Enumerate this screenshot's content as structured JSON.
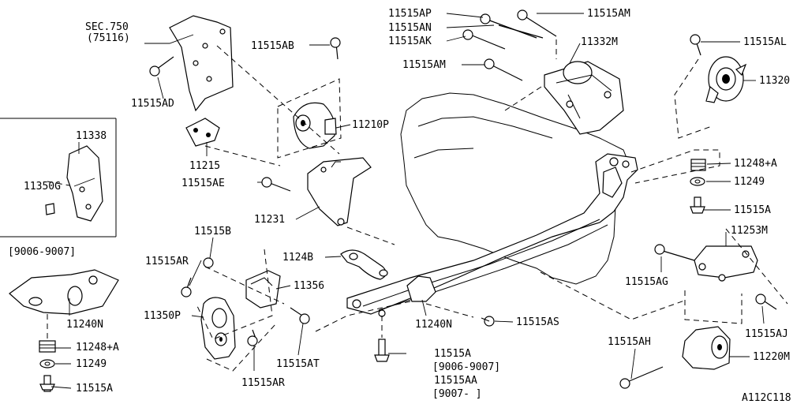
{
  "diagram": {
    "code": "A112C118",
    "callouts": {
      "sec750": "SEC.750",
      "sec750_sub": "(75116)",
      "p11515AD": "11515AD",
      "p11215": "11215",
      "p11515AB": "11515AB",
      "p11210P": "11210P",
      "p11515AE": "11515AE",
      "p11231": "11231",
      "p11515AP": "11515AP",
      "p11515AN": "11515AN",
      "p11515AK": "11515AK",
      "p11515AM_top": "11515AM",
      "p11515AM_mid": "11515AM",
      "p11332M": "11332M",
      "p11515AL": "11515AL",
      "p11320": "11320",
      "p11248A_right": "11248+A",
      "p11249_right": "11249",
      "p11515A_right": "11515A",
      "p11253M": "11253M",
      "p11515AG": "11515AG",
      "p11515AJ": "11515AJ",
      "p11515AH": "11515AH",
      "p11220M": "11220M",
      "p11338": "11338",
      "p11350G": "11350G",
      "range_left": "[9006-9007]",
      "p11240N_left": "11240N",
      "p11248A_left": "11248+A",
      "p11249_left": "11249",
      "p11515A_left": "11515A",
      "p11515B": "11515B",
      "p11515AR_top": "11515AR",
      "p11356": "11356",
      "p1124B": "1124B",
      "p11350P": "11350P",
      "p11515AT": "11515AT",
      "p11515AR_bot": "11515AR",
      "p11240N_mid": "11240N",
      "p11515AS": "11515AS",
      "p11515A_bot": "11515A",
      "range_a": "[9006-9007]",
      "p11515AA": "11515AA",
      "range_b": "[9007-     ]"
    }
  }
}
